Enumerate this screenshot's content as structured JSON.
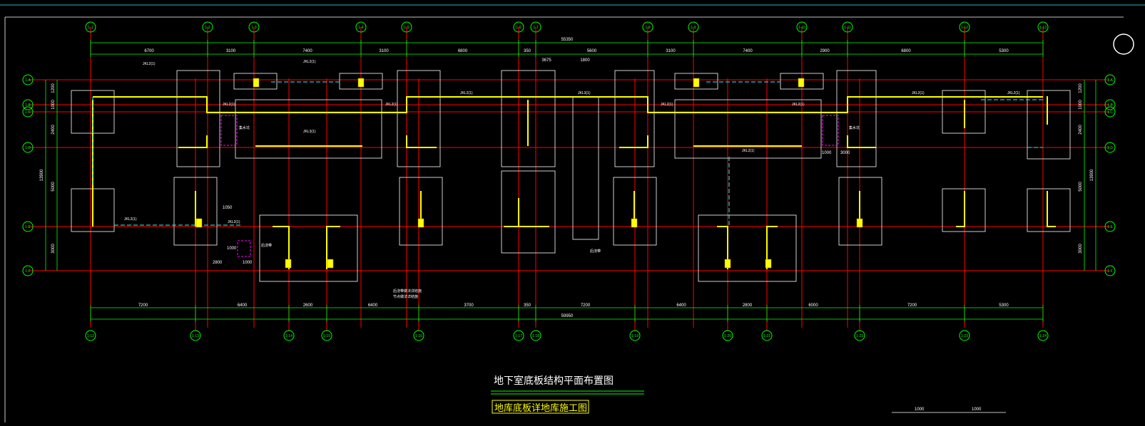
{
  "drawing": {
    "title": "地下室底板结构平面布置图",
    "subtitle": "地库底板详地库施工图",
    "scale_labels": [
      "1000",
      "1000"
    ],
    "axis_labels": [
      "1-1",
      "1-2",
      "1-3",
      "1-4",
      "1-5",
      "1-6",
      "1-7",
      "1-8",
      "1-9",
      "1-10",
      "1-11",
      "1-12",
      "1-13",
      "1-14",
      "1-15",
      "1-16",
      "1-17",
      "1-18",
      "1-19",
      "1-20",
      "1-21",
      "1-22",
      "1-23",
      "1-24"
    ],
    "row_labels": [
      "1-A",
      "1-B",
      "1-C",
      "1-D",
      "1-E",
      "1-F"
    ],
    "top_dims": {
      "overall": "55350",
      "segments": [
        "6700",
        "3100",
        "7400",
        "3100",
        "6800",
        "350",
        "5600",
        "3100",
        "7400",
        "2900",
        "6800",
        "5300"
      ],
      "secondary": [
        "3675",
        "1800"
      ]
    },
    "bottom_dims": {
      "overall": "59950",
      "segments": [
        "7200",
        "6400",
        "2600",
        "6400",
        "3700",
        "350",
        "7200",
        "6400",
        "2800",
        "6000",
        "7200",
        "5300"
      ]
    },
    "side_dims_left": [
      "1200",
      "1000",
      "2400",
      "5000",
      "3000",
      "13900"
    ],
    "side_dims_right": [
      "1200",
      "1000",
      "2400",
      "5000",
      "3000",
      "13900"
    ],
    "beam_labels": [
      "JKL2(1)",
      "JKL2(1)",
      "JKL2(1)",
      "JKL3(1)",
      "JKL2(1)",
      "JKL2(1)",
      "JKL2(1)",
      "JKL2(1)",
      "JKL3(1)",
      "JKL2(1)",
      "JKL2(1)",
      "JKL2(1)",
      "JKL2(1)",
      "JKL2(1)"
    ],
    "misc_dims": [
      "1050",
      "2800",
      "1000",
      "1000",
      "1000",
      "3000"
    ],
    "notes": [
      "集水坑",
      "集水坑",
      "后浇带",
      "后浇带做法详结施",
      "后浇带",
      "节点做法详结施"
    ],
    "colors": {
      "background": "#000000",
      "axis": "#ff0000",
      "dimension": "#00ff00",
      "wall": "#ffff00",
      "outline": "#ffffff",
      "beam": "#00ffff",
      "pit": "#ff00ff"
    }
  }
}
